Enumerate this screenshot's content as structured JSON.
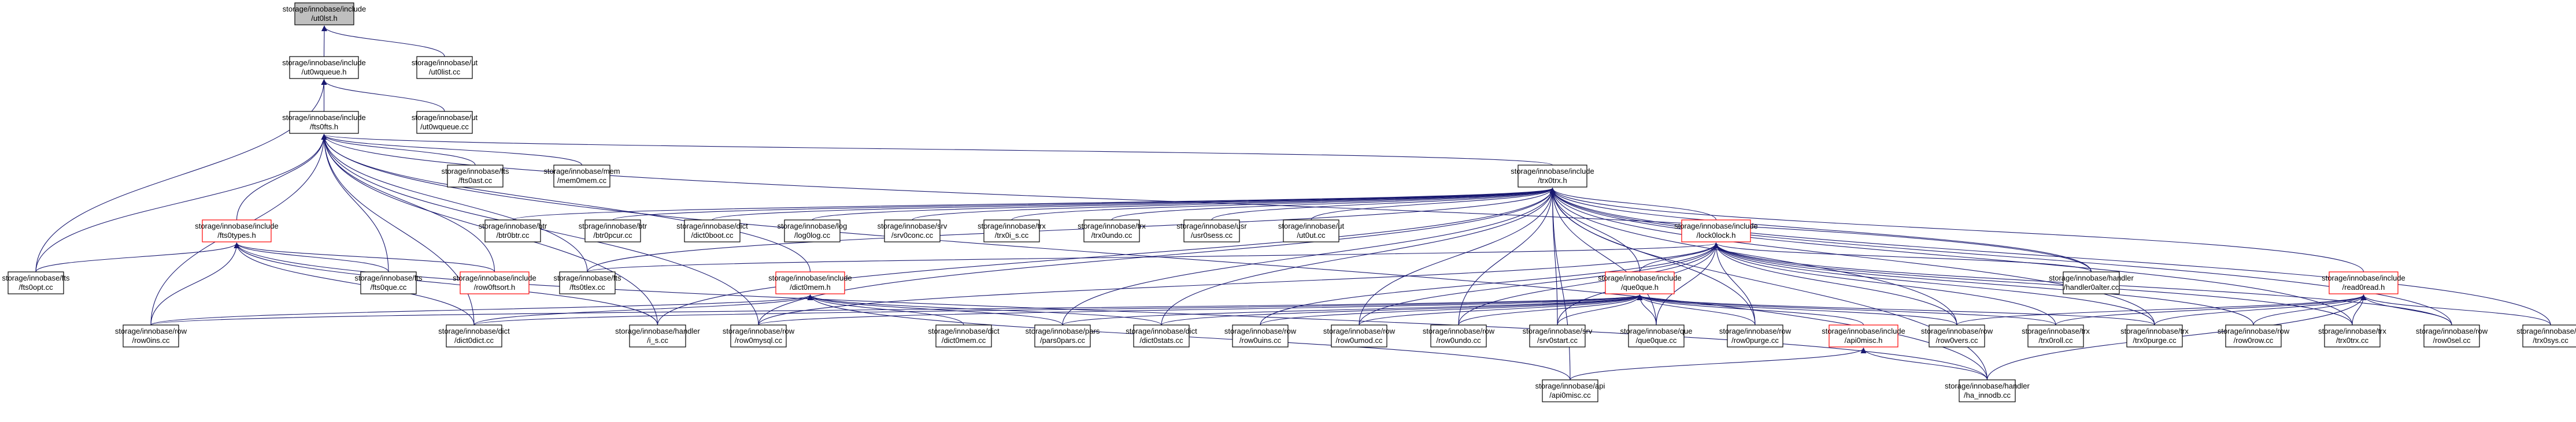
{
  "colors": {
    "edge": "#191970",
    "border_normal": "#000000",
    "border_truncated": "#ff0000",
    "fill_root": "#bfbfbf",
    "fill_normal": "#ffffff"
  },
  "nodes": {
    "ut0list_h": {
      "line1": "storage/innobase/include",
      "line2": "/ut0lst.h",
      "style": "root"
    },
    "ut0wqueue_h": {
      "line1": "storage/innobase/include",
      "line2": "/ut0wqueue.h",
      "style": "normal"
    },
    "ut0list_cc": {
      "line1": "storage/innobase/ut",
      "line2": "/ut0list.cc",
      "style": "normal"
    },
    "fts0fts_h": {
      "line1": "storage/innobase/include",
      "line2": "/fts0fts.h",
      "style": "normal"
    },
    "ut0wqueue_cc": {
      "line1": "storage/innobase/ut",
      "line2": "/ut0wqueue.cc",
      "style": "normal"
    },
    "fts0ast_cc": {
      "line1": "storage/innobase/fts",
      "line2": "/fts0ast.cc",
      "style": "normal"
    },
    "mem0mem_cc": {
      "line1": "storage/innobase/mem",
      "line2": "/mem0mem.cc",
      "style": "normal"
    },
    "trx0trx_h": {
      "line1": "storage/innobase/include",
      "line2": "/trx0trx.h",
      "style": "normal"
    },
    "fts0types_h": {
      "line1": "storage/innobase/include",
      "line2": "/fts0types.h",
      "style": "truncated"
    },
    "btr0btr_cc": {
      "line1": "storage/innobase/btr",
      "line2": "/btr0btr.cc",
      "style": "normal"
    },
    "btr0pcur_cc": {
      "line1": "storage/innobase/btr",
      "line2": "/btr0pcur.cc",
      "style": "normal"
    },
    "dict0boot_cc": {
      "line1": "storage/innobase/dict",
      "line2": "/dict0boot.cc",
      "style": "normal"
    },
    "log0log_cc": {
      "line1": "storage/innobase/log",
      "line2": "/log0log.cc",
      "style": "normal"
    },
    "srv0conc_cc": {
      "line1": "storage/innobase/srv",
      "line2": "/srv0conc.cc",
      "style": "normal"
    },
    "trx0i_s_cc": {
      "line1": "storage/innobase/trx",
      "line2": "/trx0i_s.cc",
      "style": "normal"
    },
    "trx0undo_cc": {
      "line1": "storage/innobase/trx",
      "line2": "/trx0undo.cc",
      "style": "normal"
    },
    "usr0sess_cc": {
      "line1": "storage/innobase/usr",
      "line2": "/usr0sess.cc",
      "style": "normal"
    },
    "ut0ut_cc": {
      "line1": "storage/innobase/ut",
      "line2": "/ut0ut.cc",
      "style": "normal"
    },
    "lock0lock_h": {
      "line1": "storage/innobase/include",
      "line2": "/lock0lock.h",
      "style": "truncated"
    },
    "read0read_h": {
      "line1": "storage/innobase/include",
      "line2": "/read0read.h",
      "style": "truncated"
    },
    "fts0opt_cc": {
      "line1": "storage/innobase/fts",
      "line2": "/fts0opt.cc",
      "style": "normal"
    },
    "fts0que_cc": {
      "line1": "storage/innobase/fts",
      "line2": "/fts0que.cc",
      "style": "normal"
    },
    "row0ftsort_h": {
      "line1": "storage/innobase/include",
      "line2": "/row0ftsort.h",
      "style": "truncated"
    },
    "fts0tlex_cc": {
      "line1": "storage/innobase/fts",
      "line2": "/fts0tlex.cc",
      "style": "normal"
    },
    "dict0mem_h": {
      "line1": "storage/innobase/include",
      "line2": "/dict0mem.h",
      "style": "truncated"
    },
    "que0que_h": {
      "line1": "storage/innobase/include",
      "line2": "/que0que.h",
      "style": "truncated"
    },
    "handler0alter_cc": {
      "line1": "storage/innobase/handler",
      "line2": "/handler0alter.cc",
      "style": "normal"
    },
    "row0ins_cc": {
      "line1": "storage/innobase/row",
      "line2": "/row0ins.cc",
      "style": "normal"
    },
    "dict0dict_cc": {
      "line1": "storage/innobase/dict",
      "line2": "/dict0dict.cc",
      "style": "normal"
    },
    "i_s_cc": {
      "line1": "storage/innobase/handler",
      "line2": "/i_s.cc",
      "style": "normal"
    },
    "row0mysql_cc": {
      "line1": "storage/innobase/row",
      "line2": "/row0mysql.cc",
      "style": "normal"
    },
    "dict0mem_cc": {
      "line1": "storage/innobase/dict",
      "line2": "/dict0mem.cc",
      "style": "normal"
    },
    "pars0pars_cc": {
      "line1": "storage/innobase/pars",
      "line2": "/pars0pars.cc",
      "style": "normal"
    },
    "dict0stats_cc": {
      "line1": "storage/innobase/dict",
      "line2": "/dict0stats.cc",
      "style": "normal"
    },
    "row0uins_cc": {
      "line1": "storage/innobase/row",
      "line2": "/row0uins.cc",
      "style": "normal"
    },
    "row0umod_cc": {
      "line1": "storage/innobase/row",
      "line2": "/row0umod.cc",
      "style": "normal"
    },
    "row0undo_cc": {
      "line1": "storage/innobase/row",
      "line2": "/row0undo.cc",
      "style": "normal"
    },
    "srv0start_cc": {
      "line1": "storage/innobase/srv",
      "line2": "/srv0start.cc",
      "style": "normal"
    },
    "que0que_cc": {
      "line1": "storage/innobase/que",
      "line2": "/que0que.cc",
      "style": "normal"
    },
    "row0purge_cc": {
      "line1": "storage/innobase/row",
      "line2": "/row0purge.cc",
      "style": "normal"
    },
    "api0misc_h": {
      "line1": "storage/innobase/include",
      "line2": "/api0misc.h",
      "style": "truncated"
    },
    "row0vers_cc": {
      "line1": "storage/innobase/row",
      "line2": "/row0vers.cc",
      "style": "normal"
    },
    "trx0roll_cc": {
      "line1": "storage/innobase/trx",
      "line2": "/trx0roll.cc",
      "style": "normal"
    },
    "trx0purge_cc": {
      "line1": "storage/innobase/trx",
      "line2": "/trx0purge.cc",
      "style": "normal"
    },
    "row0row_cc": {
      "line1": "storage/innobase/row",
      "line2": "/row0row.cc",
      "style": "normal"
    },
    "trx0trx_cc": {
      "line1": "storage/innobase/trx",
      "line2": "/trx0trx.cc",
      "style": "normal"
    },
    "row0sel_cc": {
      "line1": "storage/innobase/row",
      "line2": "/row0sel.cc",
      "style": "normal"
    },
    "trx0sys_cc": {
      "line1": "storage/innobase/trx",
      "line2": "/trx0sys.cc",
      "style": "normal"
    },
    "row0ins2_cc": {
      "line1": "storage/innobase/row",
      "line2": "/row0ins.cc",
      "style": "normal"
    },
    "api0misc_cc": {
      "line1": "storage/innobase/api",
      "line2": "/api0misc.cc",
      "style": "normal"
    },
    "ha_innodb_cc": {
      "line1": "storage/innobase/handler",
      "line2": "/ha_innodb.cc",
      "style": "normal"
    }
  }
}
